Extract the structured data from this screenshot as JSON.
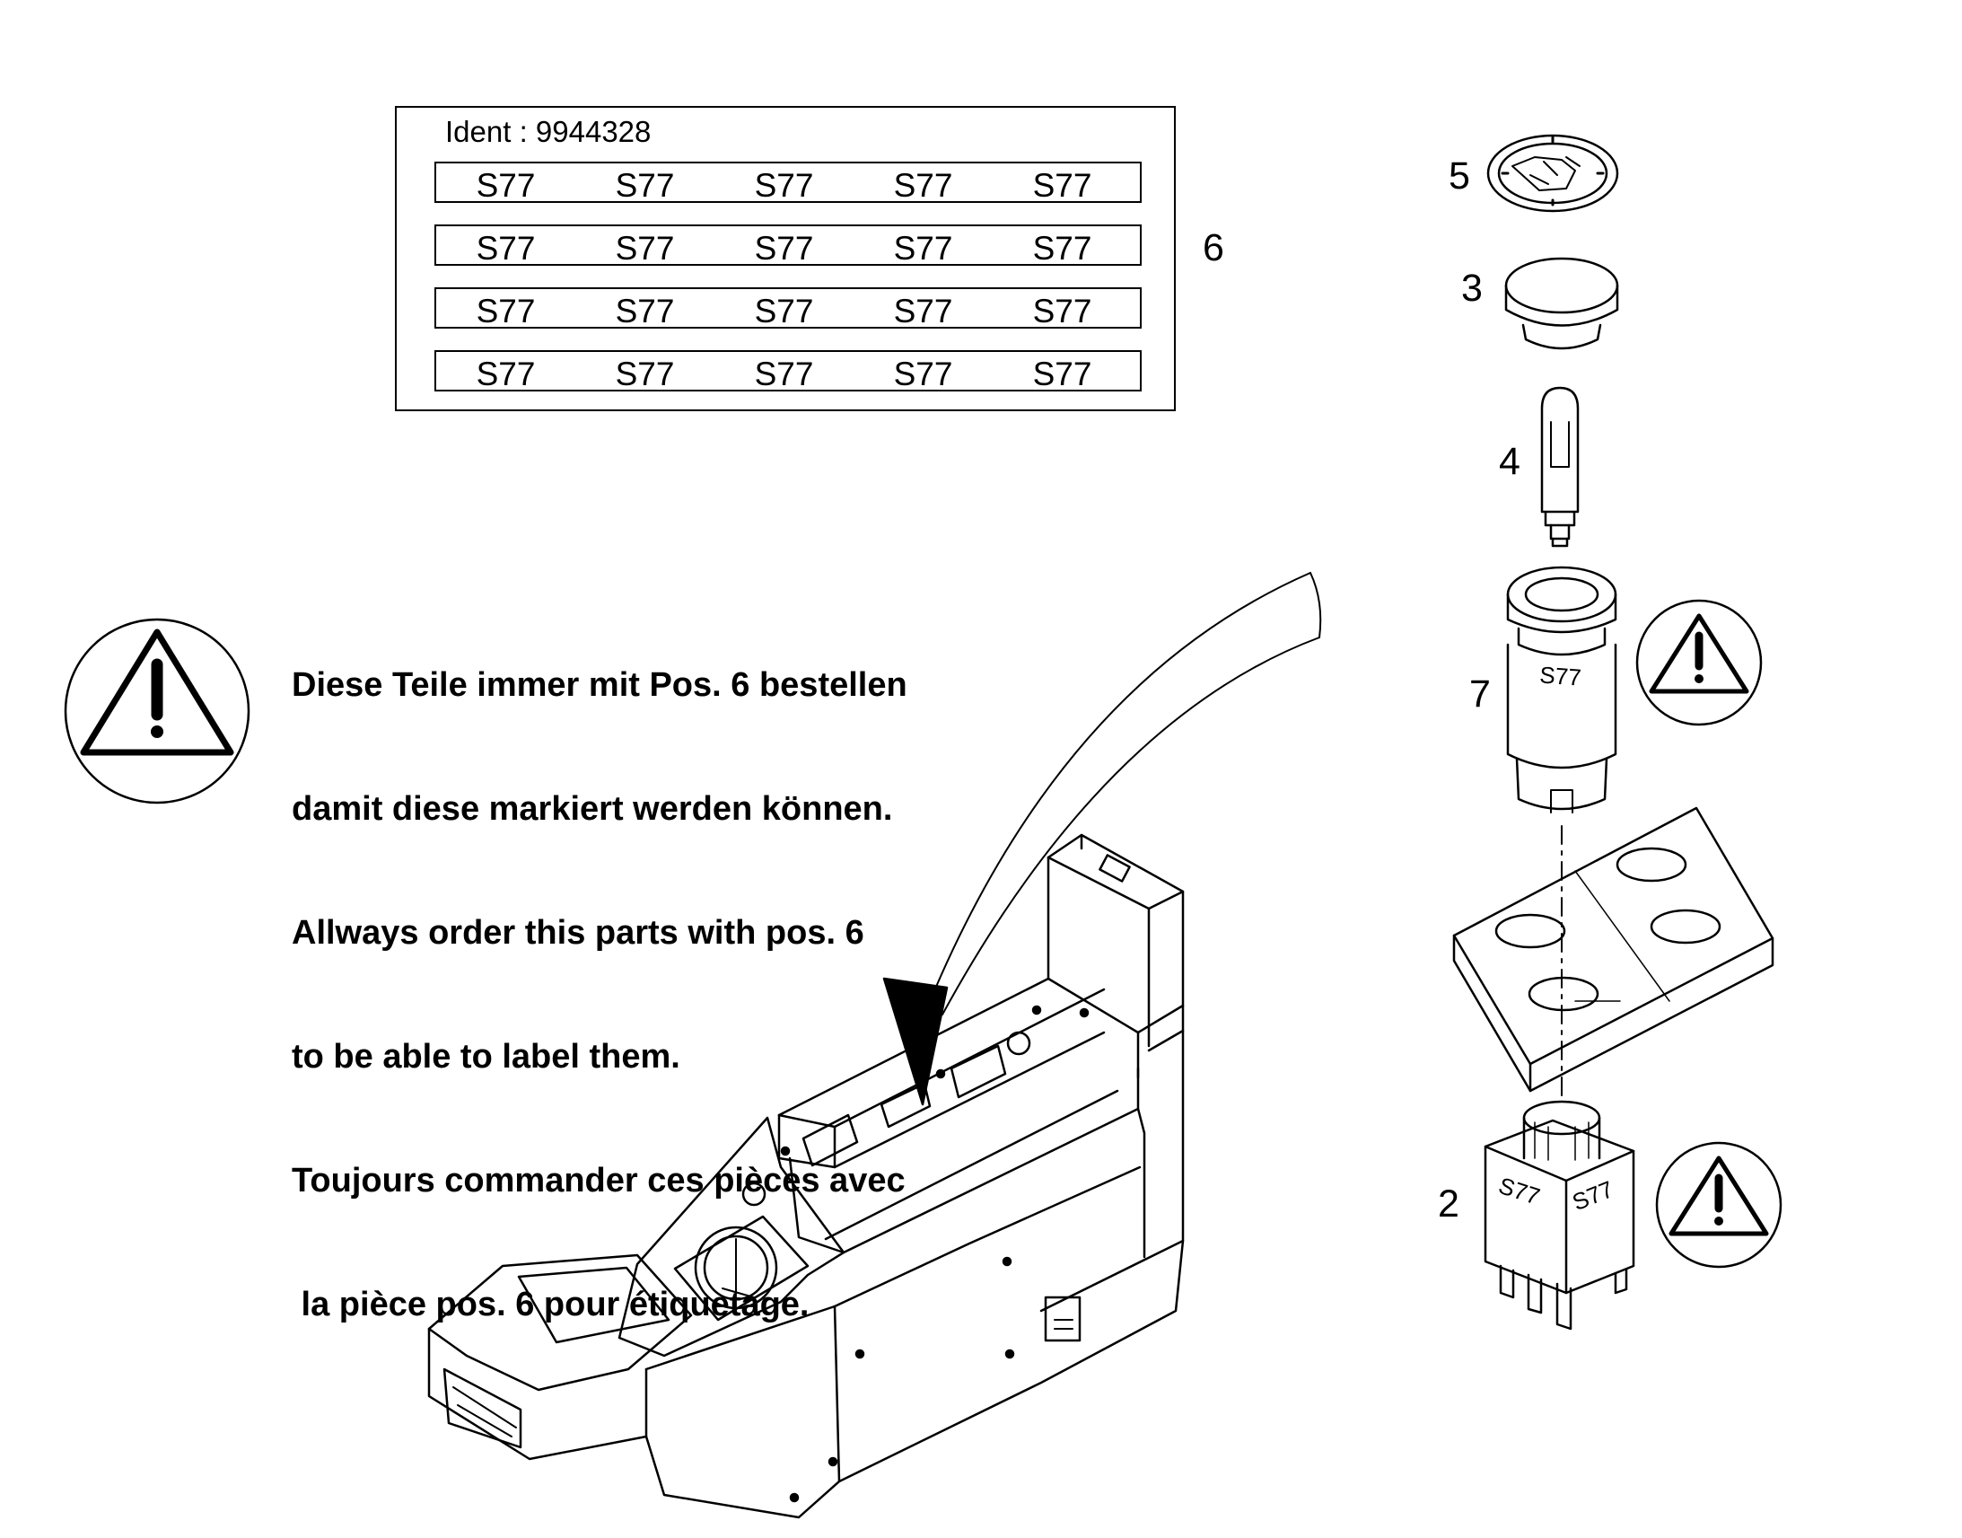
{
  "label_sheet": {
    "ident": "Ident : 9944328",
    "rows": [
      [
        "S77",
        "S77",
        "S77",
        "S77",
        "S77"
      ],
      [
        "S77",
        "S77",
        "S77",
        "S77",
        "S77"
      ],
      [
        "S77",
        "S77",
        "S77",
        "S77",
        "S77"
      ],
      [
        "S77",
        "S77",
        "S77",
        "S77",
        "S77"
      ]
    ]
  },
  "callouts": {
    "pos6": "6",
    "pos5": "5",
    "pos3": "3",
    "pos4": "4",
    "pos7": "7",
    "pos2": "2"
  },
  "warning_text": [
    "Diese Teile immer mit Pos. 6 bestellen",
    "damit diese markiert werden können.",
    "Allways order this parts with pos. 6",
    "to be able to label them.",
    "Toujours commander ces pièces avec",
    " la pièce pos. 6 pour étiquetage."
  ],
  "part_marks": {
    "lamp_holder": "S77",
    "switch_left": "S77",
    "switch_right": "S77"
  },
  "icons": [
    "warning-triangle-icon",
    "warning-triangle-icon",
    "warning-triangle-icon"
  ]
}
